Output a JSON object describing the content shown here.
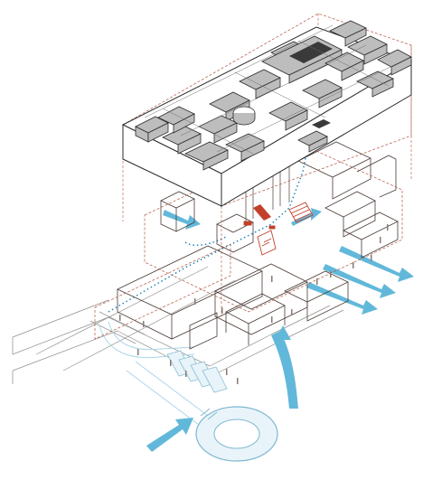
{
  "colors": {
    "background": "#ffffff",
    "outline": "#4a3a35",
    "dashed": "#b0543f",
    "thin": "#8e8e8e",
    "wall_top": "#3a3a3a",
    "wall_side": "#bdbdbd",
    "flow": "#62b8da",
    "flow_dark": "#1f86b9",
    "accent_red": "#c2402a"
  },
  "icons": {
    "flow_arrows": "arrow-right-blue",
    "roundabout": "ring-road",
    "figures": "person-silhouette"
  }
}
